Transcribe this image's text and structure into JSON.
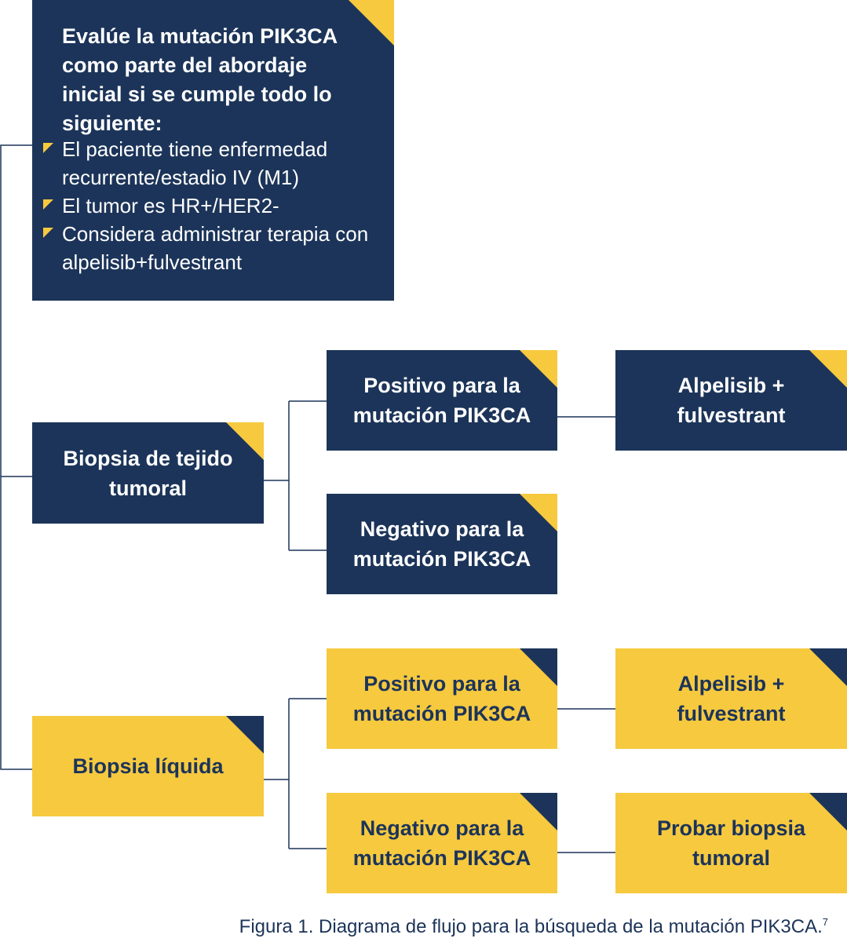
{
  "criteria": {
    "title": "Evalúe la mutación PIK3CA como parte del abordaje inicial si se cumple todo lo siguiente:",
    "items": [
      "El paciente tiene enfermedad recurrente/estadio IV (M1)",
      "El tumor es HR+/HER2-",
      "Considera administrar terapia con alpelisib+fulvestrant"
    ]
  },
  "tissue_branch": {
    "label": "Biopsia de tejido tumoral",
    "positive": "Positivo para la mutación PIK3CA",
    "negative": "Negativo para la mutación PIK3CA",
    "positive_outcome": "Alpelisib + fulvestrant"
  },
  "liquid_branch": {
    "label": "Biopsia líquida",
    "positive": "Positivo para la mutación PIK3CA",
    "negative": "Negativo para la mutación PIK3CA",
    "positive_outcome": "Alpelisib + fulvestrant",
    "negative_outcome": "Probar biopsia tumoral"
  },
  "caption": {
    "text": "Figura 1. Diagrama de flujo para la búsqueda de la mutación PIK3CA.",
    "ref": "7"
  },
  "colors": {
    "navy": "#1c3459",
    "gold": "#f6c93f"
  }
}
